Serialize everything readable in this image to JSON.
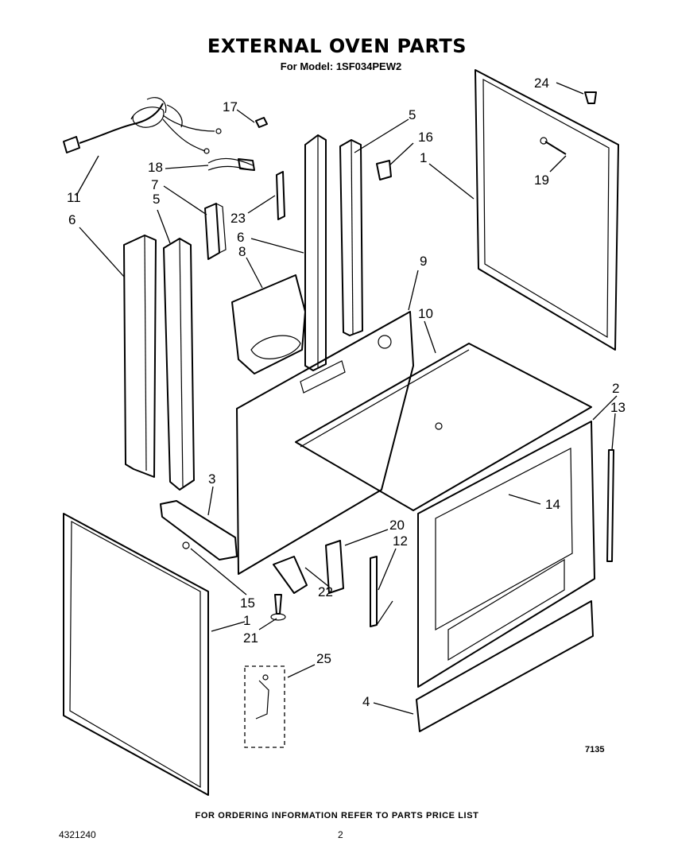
{
  "header": {
    "title": "EXTERNAL OVEN PARTS",
    "model_line": "For Model: 1SF034PEW2"
  },
  "footer": {
    "ordering_note": "FOR ORDERING INFORMATION REFER TO PARTS PRICE LIST",
    "doc_number": "4321240",
    "page_number": "2"
  },
  "figure_code": "7135",
  "callouts": [
    "24",
    "17",
    "5",
    "16",
    "1",
    "19",
    "18",
    "7",
    "11",
    "5",
    "6",
    "23",
    "6",
    "8",
    "9",
    "10",
    "2",
    "13",
    "3",
    "14",
    "20",
    "12",
    "22",
    "15",
    "1",
    "21",
    "25",
    "4"
  ]
}
